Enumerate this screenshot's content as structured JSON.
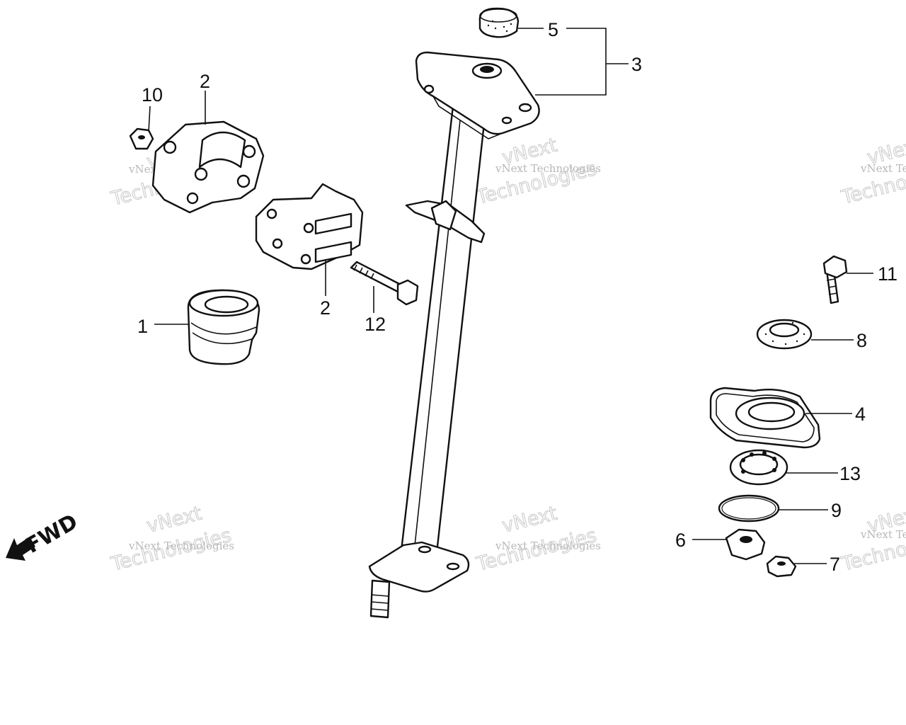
{
  "callouts": {
    "c1": "1",
    "c2a": "2",
    "c2b": "2",
    "c3": "3",
    "c4": "4",
    "c5": "5",
    "c6": "6",
    "c7": "7",
    "c8": "8",
    "c9": "9",
    "c10": "10",
    "c11": "11",
    "c12": "12",
    "c13": "13"
  },
  "direction": {
    "label": "FWD",
    "icon": "arrow-down-left-icon"
  },
  "watermark": {
    "brand_line": "vNext Technologies",
    "word_1": "vNext",
    "word_2": "Technologies"
  },
  "colors": {
    "ink": "#111111",
    "watermark": "#c0c0c0",
    "background": "#ffffff"
  }
}
